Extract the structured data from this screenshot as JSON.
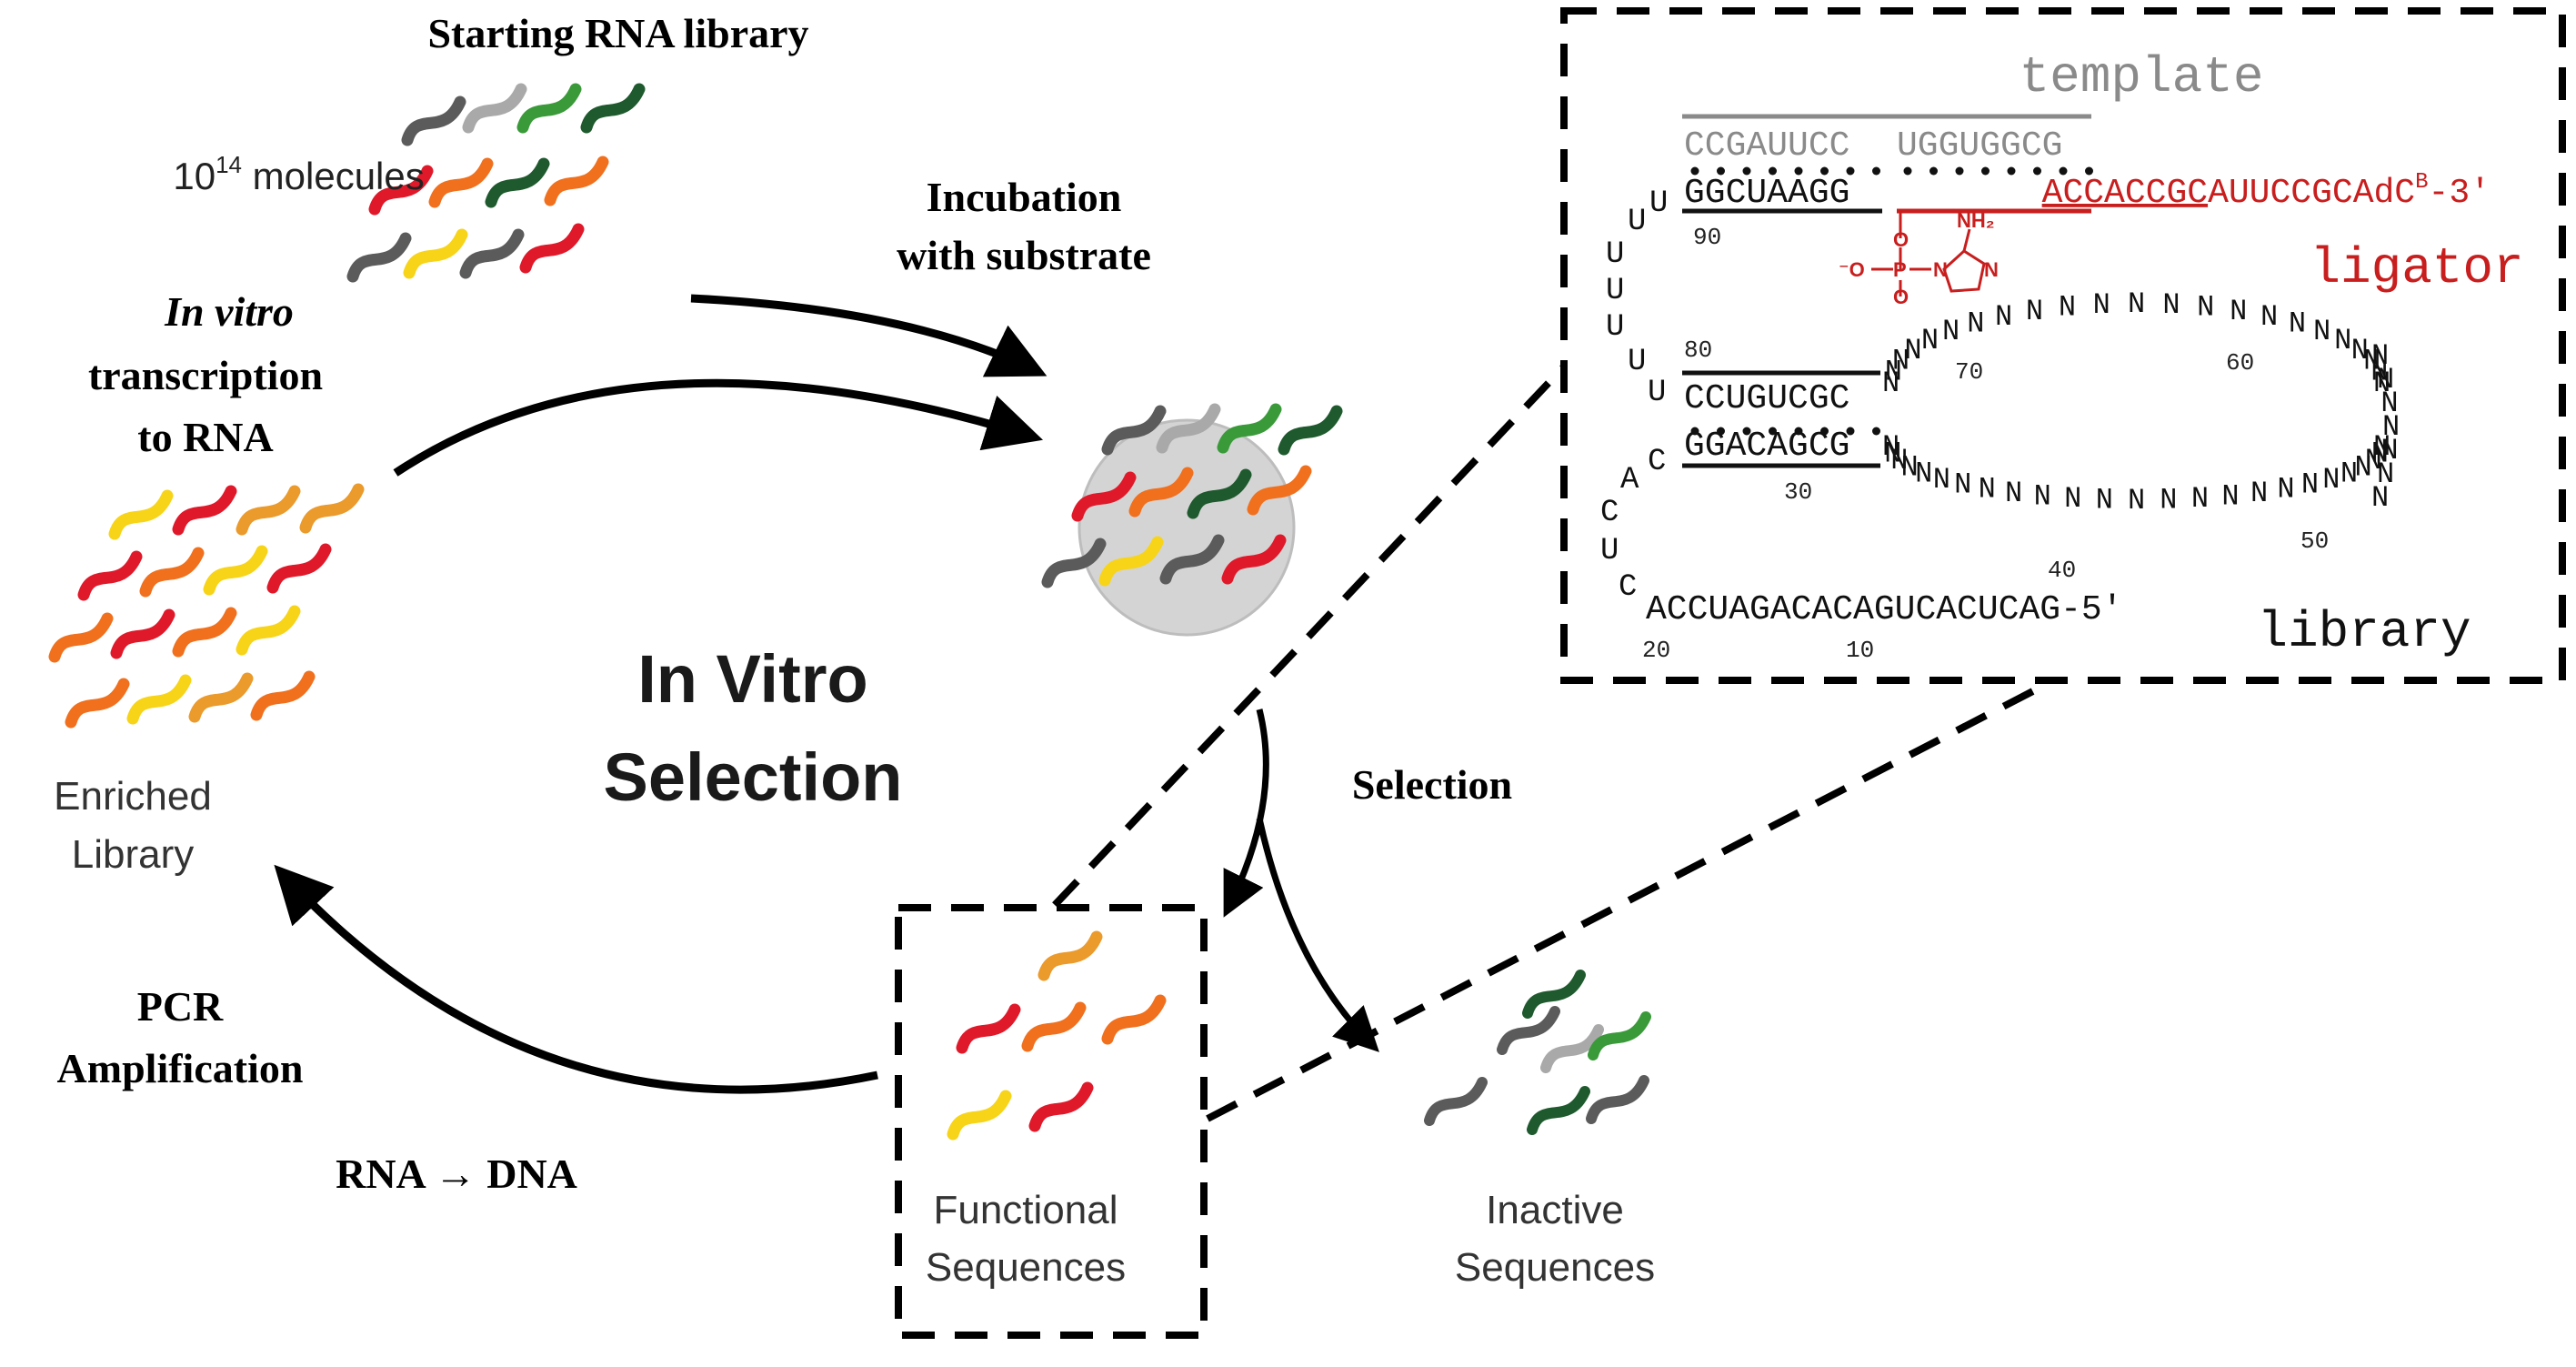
{
  "labels": {
    "starting_library": "Starting RNA library",
    "molecules_base": "10",
    "molecules_exp": "14",
    "molecules_unit": " molecules",
    "incubation_line1": "Incubation",
    "incubation_line2": "with substrate",
    "in_vitro_italic": "In vitro",
    "transcription_line2": "transcription",
    "transcription_line3": "to RNA",
    "cycle_title_line1": "In Vitro",
    "cycle_title_line2": "Selection",
    "selection": "Selection",
    "enriched_line1": "Enriched",
    "enriched_line2": "Library",
    "pcr_line1": "PCR",
    "pcr_line2": "Amplification",
    "rna_dna": "RNA → DNA",
    "functional_line1": "Functional",
    "functional_line2": "Sequences",
    "inactive_line1": "Inactive",
    "inactive_line2": "Sequences"
  },
  "inset": {
    "template_label": "template",
    "ligator_label": "ligator",
    "library_label": "library",
    "template_seq_a": "CCGAUUCC",
    "template_seq_b": "UGGUGGCG",
    "lib_seq_top": "GGCUAAGG",
    "ligator_paired": "ACCACCGC",
    "ligator_tail": "AUUCCGCAdC",
    "ligator_sup": "B",
    "ligator_end": "-3′",
    "imidazole_nh2": "NH₂",
    "stem_upper": "CCUGUCGC",
    "stem_lower": "GGACAGCG",
    "bottom_seq": "ACCUAGACACAGUCACUCAG-5′",
    "loop_left": [
      "U",
      "U",
      "U",
      "U",
      "U",
      "U",
      "U"
    ],
    "loop_ca": [
      "C",
      "A",
      "C",
      "U",
      "C"
    ],
    "n_char": "N",
    "nums": {
      "n90": "90",
      "n80": "80",
      "n70": "70",
      "n60": "60",
      "n50": "50",
      "n40": "40",
      "n30": "30",
      "n20": "20",
      "n10": "10"
    }
  },
  "colors": {
    "strand_yellow": "#f7d417",
    "strand_red": "#e0192a",
    "strand_orange": "#f0701e",
    "strand_lightorange": "#eb9a2c",
    "strand_darkgreen": "#1f5a2e",
    "strand_green": "#3a9a3a",
    "strand_gray": "#5b5b5b",
    "strand_lightgray": "#a9a9a9",
    "ligator_red": "#c81e1e",
    "template_gray": "#8a8a8a"
  }
}
